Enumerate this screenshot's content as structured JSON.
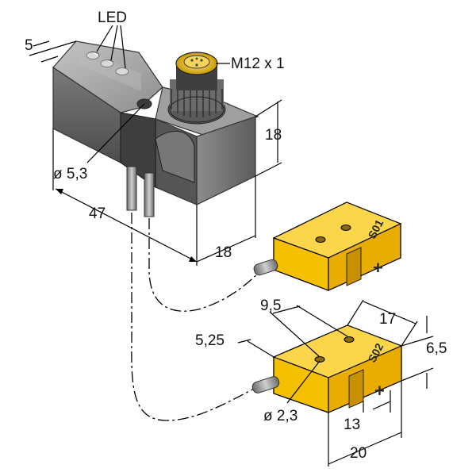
{
  "labels": {
    "led": "LED",
    "connector": "M12 x 1",
    "mount_hole": "ø 5,3",
    "length": "47",
    "depth": "5",
    "height": "18",
    "width": "18",
    "sensor_top_label": "S01",
    "sensor_bottom_label": "S02",
    "sensor_hole_spacing": "9,5",
    "sensor_offset": "5,25",
    "sensor_length": "17",
    "sensor_height": "6,5",
    "sensor_hole_diameter": "ø 2,3",
    "sensor_width_inner": "13",
    "sensor_width_total": "20"
  },
  "symbols": {
    "plus": "+"
  },
  "colors": {
    "housing_top": "#a9a9a9",
    "housing_front": "#6f6f6f",
    "housing_side": "#8a8a8a",
    "sensor_yellow": "#f5c000",
    "sensor_yellow_dark": "#d79f00",
    "sensor_yellow_light": "#fbd64a"
  }
}
